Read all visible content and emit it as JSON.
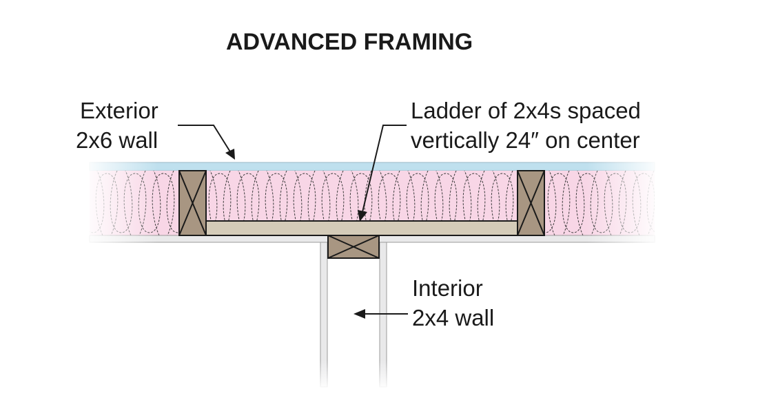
{
  "title": "ADVANCED FRAMING",
  "labels": {
    "exterior_line1": "Exterior",
    "exterior_line2": "2x6 wall",
    "ladder_line1": "Ladder of 2x4s spaced",
    "ladder_line2": "vertically 24″ on center",
    "interior_line1": "Interior",
    "interior_line2": "2x4 wall"
  },
  "colors": {
    "drywall_blue": "#bfe0ee",
    "insulation_pink": "#f8d6e6",
    "stud_brown": "#a89682",
    "ladder_tan": "#d4cbb8",
    "drywall_gray": "#e9e9ea",
    "outline": "#1a1a1a"
  },
  "icons": [
    "arrow-icon",
    "stud-cross-icon",
    "insulation-batt-icon"
  ]
}
